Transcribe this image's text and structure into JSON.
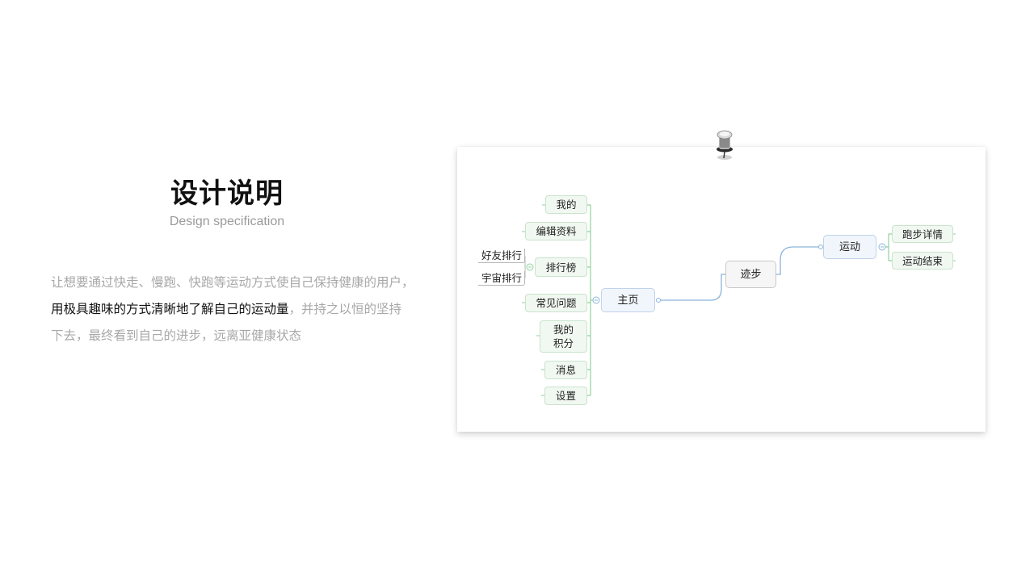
{
  "header": {
    "title": "设计说明",
    "subtitle": "Design specification"
  },
  "description": {
    "line1": "让想要通过快走、慢跑、快跑等运动方式使自己保持健康的用户，",
    "line2_highlight": "用极具趣味的方式清晰地了解自己的运动量",
    "line2_rest": "，并持之以恒的坚持",
    "line3": "下去，最终看到自己的进步，远离亚健康状态"
  },
  "mindmap": {
    "root": "主页",
    "left_nodes": [
      "我的",
      "编辑资料",
      "排行榜",
      "常见问题",
      "我的\n积分",
      "消息",
      "设置"
    ],
    "leaderboard_children": [
      "好友排行",
      "宇宙排行"
    ],
    "mid_node": "迹步",
    "right_node": "运动",
    "right_children": [
      "跑步详情",
      "运动结束"
    ],
    "colors": {
      "green_line": "#8fd19b",
      "blue_line": "#8ab4dc",
      "green_fill": "#f1f8f1",
      "blue_fill": "#f1f6fc"
    }
  }
}
